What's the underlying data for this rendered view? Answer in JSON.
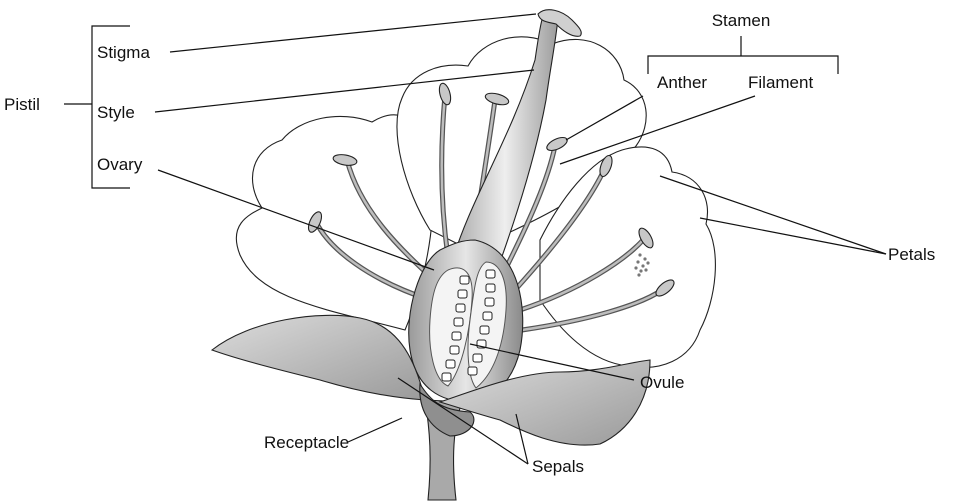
{
  "labels": {
    "stamen": "Stamen",
    "anther": "Anther",
    "filament": "Filament",
    "pistil": "Pistil",
    "stigma": "Stigma",
    "style": "Style",
    "ovary": "Ovary",
    "petals": "Petals",
    "ovule": "Ovule",
    "receptacle": "Receptacle",
    "sepals": "Sepals"
  },
  "colors": {
    "line": "#111111",
    "petal_fill": "#ffffff",
    "organ_gray": "#c8c8c8",
    "leaf_gray": "#b0b0b0"
  }
}
